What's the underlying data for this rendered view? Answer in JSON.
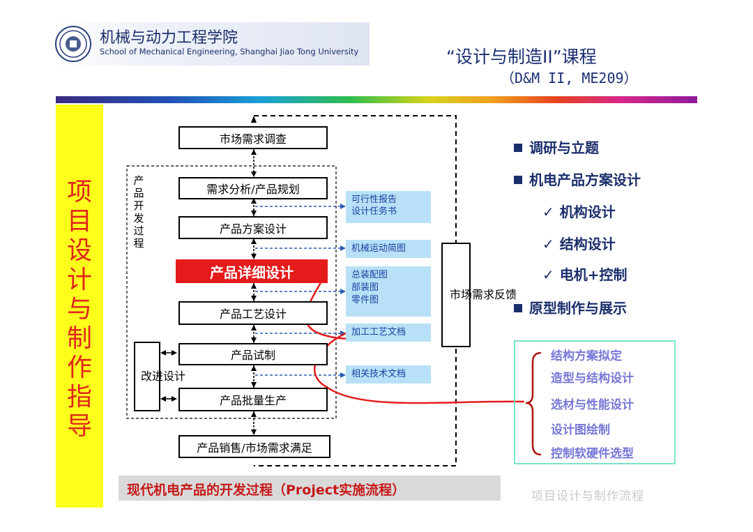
{
  "header": {
    "school_cn": "机械与动力工程学院",
    "school_en": "School of Mechanical Engineering, Shanghai Jiao Tong University",
    "course_title": "“设计与制造II”课程",
    "course_code": "（D&M II, ME209）",
    "logo_icon": "university-seal-icon"
  },
  "side_title": "项目设计与制作指导",
  "flow": {
    "steps": [
      "市场需求调查",
      "需求分析/产品规划",
      "产品方案设计",
      "产品详细设计",
      "产品工艺设计",
      "产品试制",
      "产品批量生产",
      "产品销售/市场需求满足"
    ],
    "group_label": "产品开发过程",
    "improve_label": "改进设计",
    "feedback_label": "市场需求反馈",
    "docs": [
      "可行性报告",
      "设计任务书",
      "机械运动简图",
      "总装配图",
      "部装图",
      "零件图",
      "加工工艺文档",
      "相关技术文档"
    ]
  },
  "right_list": {
    "items": [
      "调研与立题",
      "机电产品方案设计",
      "机构设计",
      "结构设计",
      "电机+控制",
      "原型制作与展示"
    ],
    "check_glyph": "✓"
  },
  "detail_list": [
    "结构方案拟定",
    "造型与结构设计",
    "选材与性能设计",
    "设计图绘制",
    "控制软硬件选型"
  ],
  "caption": "现代机电产品的开发过程（Project实施流程）",
  "footer_note": "项目设计与制作流程",
  "colors": {
    "accent_red": "#e51b1b",
    "navy": "#1a2e6b",
    "doc_blue": "#b8e1f7",
    "side_yellow": "#ffff1c",
    "detail_purple": "#7777d6"
  }
}
